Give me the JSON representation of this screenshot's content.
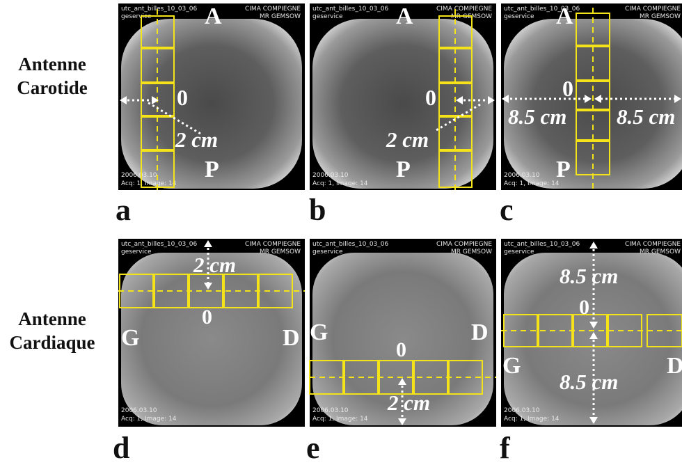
{
  "row_labels": {
    "top": [
      "Antenne",
      "Carotide"
    ],
    "bottom": [
      "Antenne",
      "Cardiaque"
    ]
  },
  "scan_info": {
    "series": "utc_ant_billes_10_03_06",
    "operator": "geservice",
    "site": "CIMA COMPIEGNE",
    "system": "MR GEMSOW",
    "date": "2006.03.10",
    "acq": "Acq: 1, Image: 14"
  },
  "colors": {
    "grid": "#f5e31a",
    "background": "#ffffff",
    "label_text": "#111111",
    "overlay_text": "#ffffff"
  },
  "panels": {
    "a": {
      "letter": "a",
      "orientation": {
        "top": "A",
        "bottom": "P"
      },
      "zero": "0",
      "distance": "2 cm"
    },
    "b": {
      "letter": "b",
      "orientation": {
        "top": "A",
        "bottom": "P"
      },
      "zero": "0",
      "distance": "2 cm"
    },
    "c": {
      "letter": "c",
      "orientation": {
        "top": "A",
        "bottom": "P"
      },
      "zero": "0",
      "distance_left": "8.5 cm",
      "distance_right": "8.5 cm"
    },
    "d": {
      "letter": "d",
      "orientation": {
        "left": "G",
        "right": "D"
      },
      "zero": "0",
      "distance": "2 cm"
    },
    "e": {
      "letter": "e",
      "orientation": {
        "left": "G",
        "right": "D"
      },
      "zero": "0",
      "distance": "2 cm"
    },
    "f": {
      "letter": "f",
      "orientation": {
        "left": "G",
        "right": "D"
      },
      "zero": "0",
      "distance_top": "8.5 cm",
      "distance_bottom": "8.5 cm"
    }
  }
}
